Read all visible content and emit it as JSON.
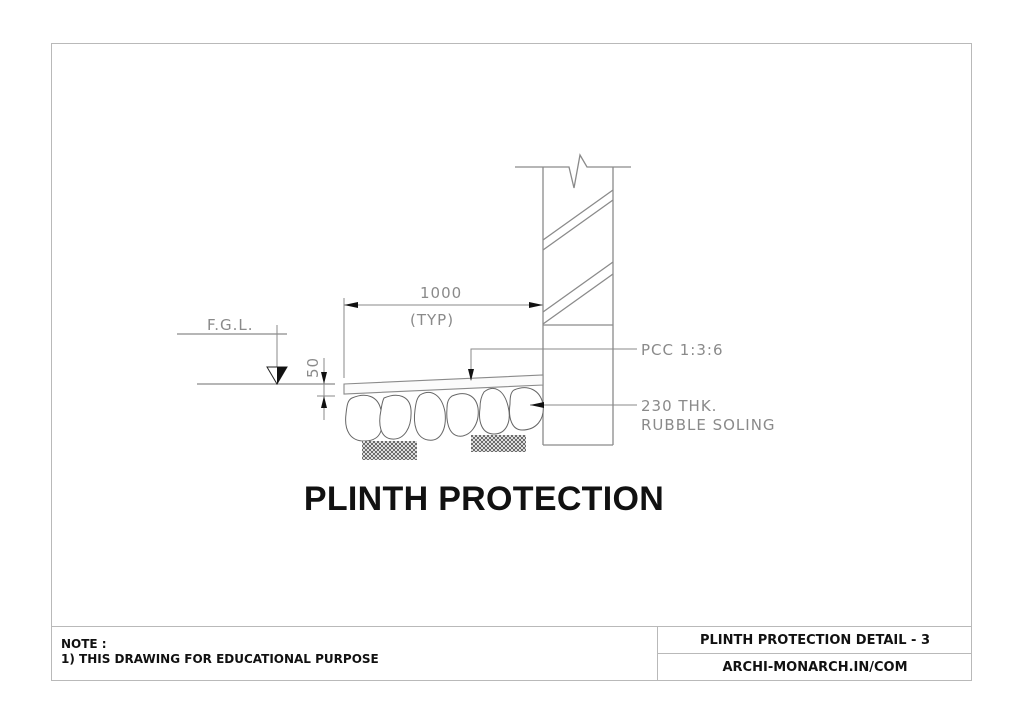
{
  "drawing": {
    "title": "PLINTH PROTECTION",
    "labels": {
      "fgl": "F.G.L.",
      "dimension_width": "1000",
      "dimension_note": "(TYP)",
      "dimension_depth": "50",
      "pcc": "PCC 1:3:6",
      "soling_line1": "230 THK.",
      "soling_line2": "RUBBLE SOLING"
    },
    "colors": {
      "linework": "#8a8a8a",
      "title": "#111111",
      "border": "#b9b9b9"
    }
  },
  "title_block": {
    "note_heading": "NOTE :",
    "note_line1": "1) THIS DRAWING FOR EDUCATIONAL PURPOSE",
    "sheet_title": "PLINTH PROTECTION DETAIL - 3",
    "website": "ARCHI-MONARCH.IN/COM"
  }
}
